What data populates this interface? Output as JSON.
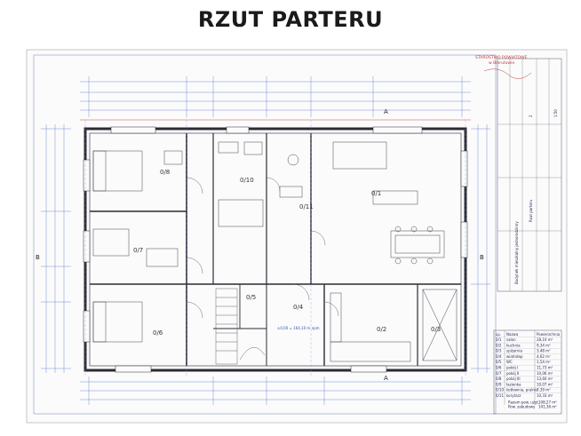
{
  "title": "RZUT PARTERU",
  "stamp": {
    "line1": "STAROSTWO POWIATOWE",
    "line2": "w Bierutowie"
  },
  "rooms": [
    {
      "id": "0/1"
    },
    {
      "id": "0/2"
    },
    {
      "id": "0/3"
    },
    {
      "id": "0/4"
    },
    {
      "id": "0/5"
    },
    {
      "id": "0/6"
    },
    {
      "id": "0/7"
    },
    {
      "id": "0/8"
    },
    {
      "id": "0/10"
    },
    {
      "id": "0/11"
    }
  ],
  "section_marks": {
    "left": "B",
    "right": "B",
    "top": "A",
    "bottom": "A"
  },
  "level_note": "±0,00 = 164,10 m npm",
  "title_block": {
    "project": "Budynek mieszkalny jednorodzinny",
    "drawing": "Rzut parteru",
    "sheet": "2",
    "scale": "1:50"
  },
  "room_table": {
    "headers": [
      "Lp.",
      "Nazwa",
      "Powierzchnia"
    ],
    "rows": [
      [
        "0/1",
        "salon",
        "28,10 m²"
      ],
      [
        "0/2",
        "kuchnia",
        "9,34 m²"
      ],
      [
        "0/3",
        "spiżarnia",
        "3,48 m²"
      ],
      [
        "0/4",
        "wiatrołap",
        "4,62 m²"
      ],
      [
        "0/5",
        "WC",
        "1,54 m²"
      ],
      [
        "0/6",
        "pokój I",
        "11,73 m²"
      ],
      [
        "0/7",
        "pokój II",
        "10,06 m²"
      ],
      [
        "0/8",
        "pokój III",
        "13,60 m²"
      ],
      [
        "0/9",
        "łazienka",
        "10,07 m²"
      ],
      [
        "0/10",
        "kotłownia, pralnia",
        "7,39 m²"
      ],
      [
        "0/11",
        "korytarz",
        "10,33 m²"
      ]
    ],
    "summary": [
      {
        "label": "Razem pow. użyt.",
        "value": "108,27 m²"
      },
      {
        "label": "Pow. zabudowy",
        "value": "141,36 m²"
      }
    ]
  }
}
